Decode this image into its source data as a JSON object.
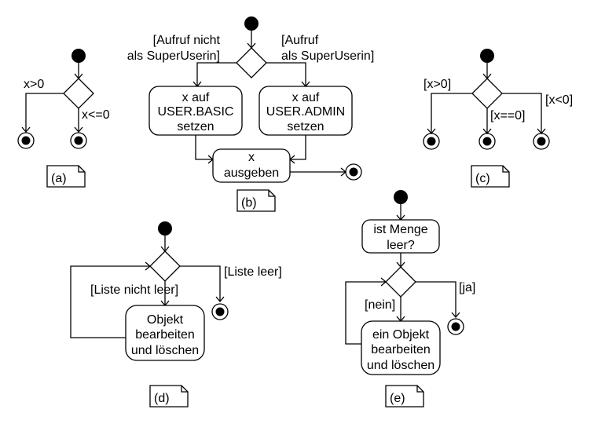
{
  "diagrams": {
    "a": {
      "caption": "(a)",
      "guards": {
        "left": "x>0",
        "right": "x<=0"
      }
    },
    "b": {
      "caption": "(b)",
      "guards": {
        "left": [
          "[Aufruf nicht",
          "als SuperUserin]"
        ],
        "right": [
          "[Aufruf",
          "als SuperUserin]"
        ]
      },
      "actions": {
        "basic": [
          "x auf",
          "USER.BASIC",
          "setzen"
        ],
        "admin": [
          "x auf",
          "USER.ADMIN",
          "setzen"
        ],
        "output": [
          "x",
          "ausgeben"
        ]
      }
    },
    "c": {
      "caption": "(c)",
      "guards": {
        "left": "[x>0]",
        "middle": "[x==0]",
        "right": "[x<0]"
      }
    },
    "d": {
      "caption": "(d)",
      "guards": {
        "loop": "[Liste nicht leer]",
        "exit": "[Liste leer]"
      },
      "actions": {
        "process": [
          "Objekt",
          "bearbeiten",
          "und löschen"
        ]
      }
    },
    "e": {
      "caption": "(e)",
      "guards": {
        "loop": "[nein]",
        "exit": "[ja]"
      },
      "actions": {
        "check": [
          "ist Menge",
          "leer?"
        ],
        "process": [
          "ein Objekt",
          "bearbeiten",
          "und löschen"
        ]
      }
    }
  }
}
